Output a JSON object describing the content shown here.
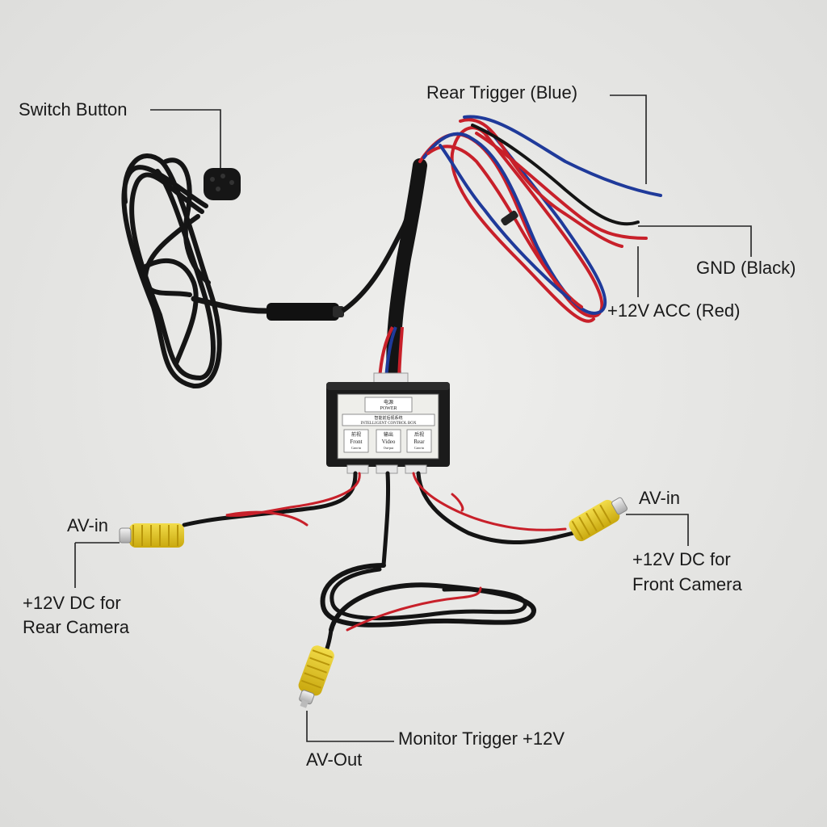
{
  "labels": {
    "switch_button": "Switch Button",
    "rear_trigger": "Rear Trigger (Blue)",
    "gnd": "GND (Black)",
    "acc": "+12V ACC (Red)",
    "av_in_left": "AV-in",
    "rear_dc_line1": "+12V DC for",
    "rear_dc_line2": "Rear Camera",
    "av_in_right": "AV-in",
    "front_dc_line1": "+12V DC for",
    "front_dc_line2": "Front Camera",
    "monitor_trigger": "Monitor Trigger +12V",
    "av_out": "AV-Out"
  },
  "control_box": {
    "power_cn": "电源",
    "power": "POWER",
    "system_cn": "智能前后视系统",
    "system": "INTELLIGENT CONTROL BOX",
    "front_cn": "前视",
    "front": "Front",
    "front_sub": "Cam-in",
    "video_cn": "输出",
    "video": "Video",
    "video_sub": "Out-put",
    "rear_cn": "后视",
    "rear": "Rear",
    "rear_sub": "Cam-in"
  },
  "colors": {
    "background": "#e9e9e7",
    "wire_black": "#141414",
    "wire_red": "#c8202a",
    "wire_blue": "#1f3a9a",
    "rca_yellow": "#e3c51c",
    "box_body": "#1b1b1b",
    "box_label": "#eeeeea"
  }
}
